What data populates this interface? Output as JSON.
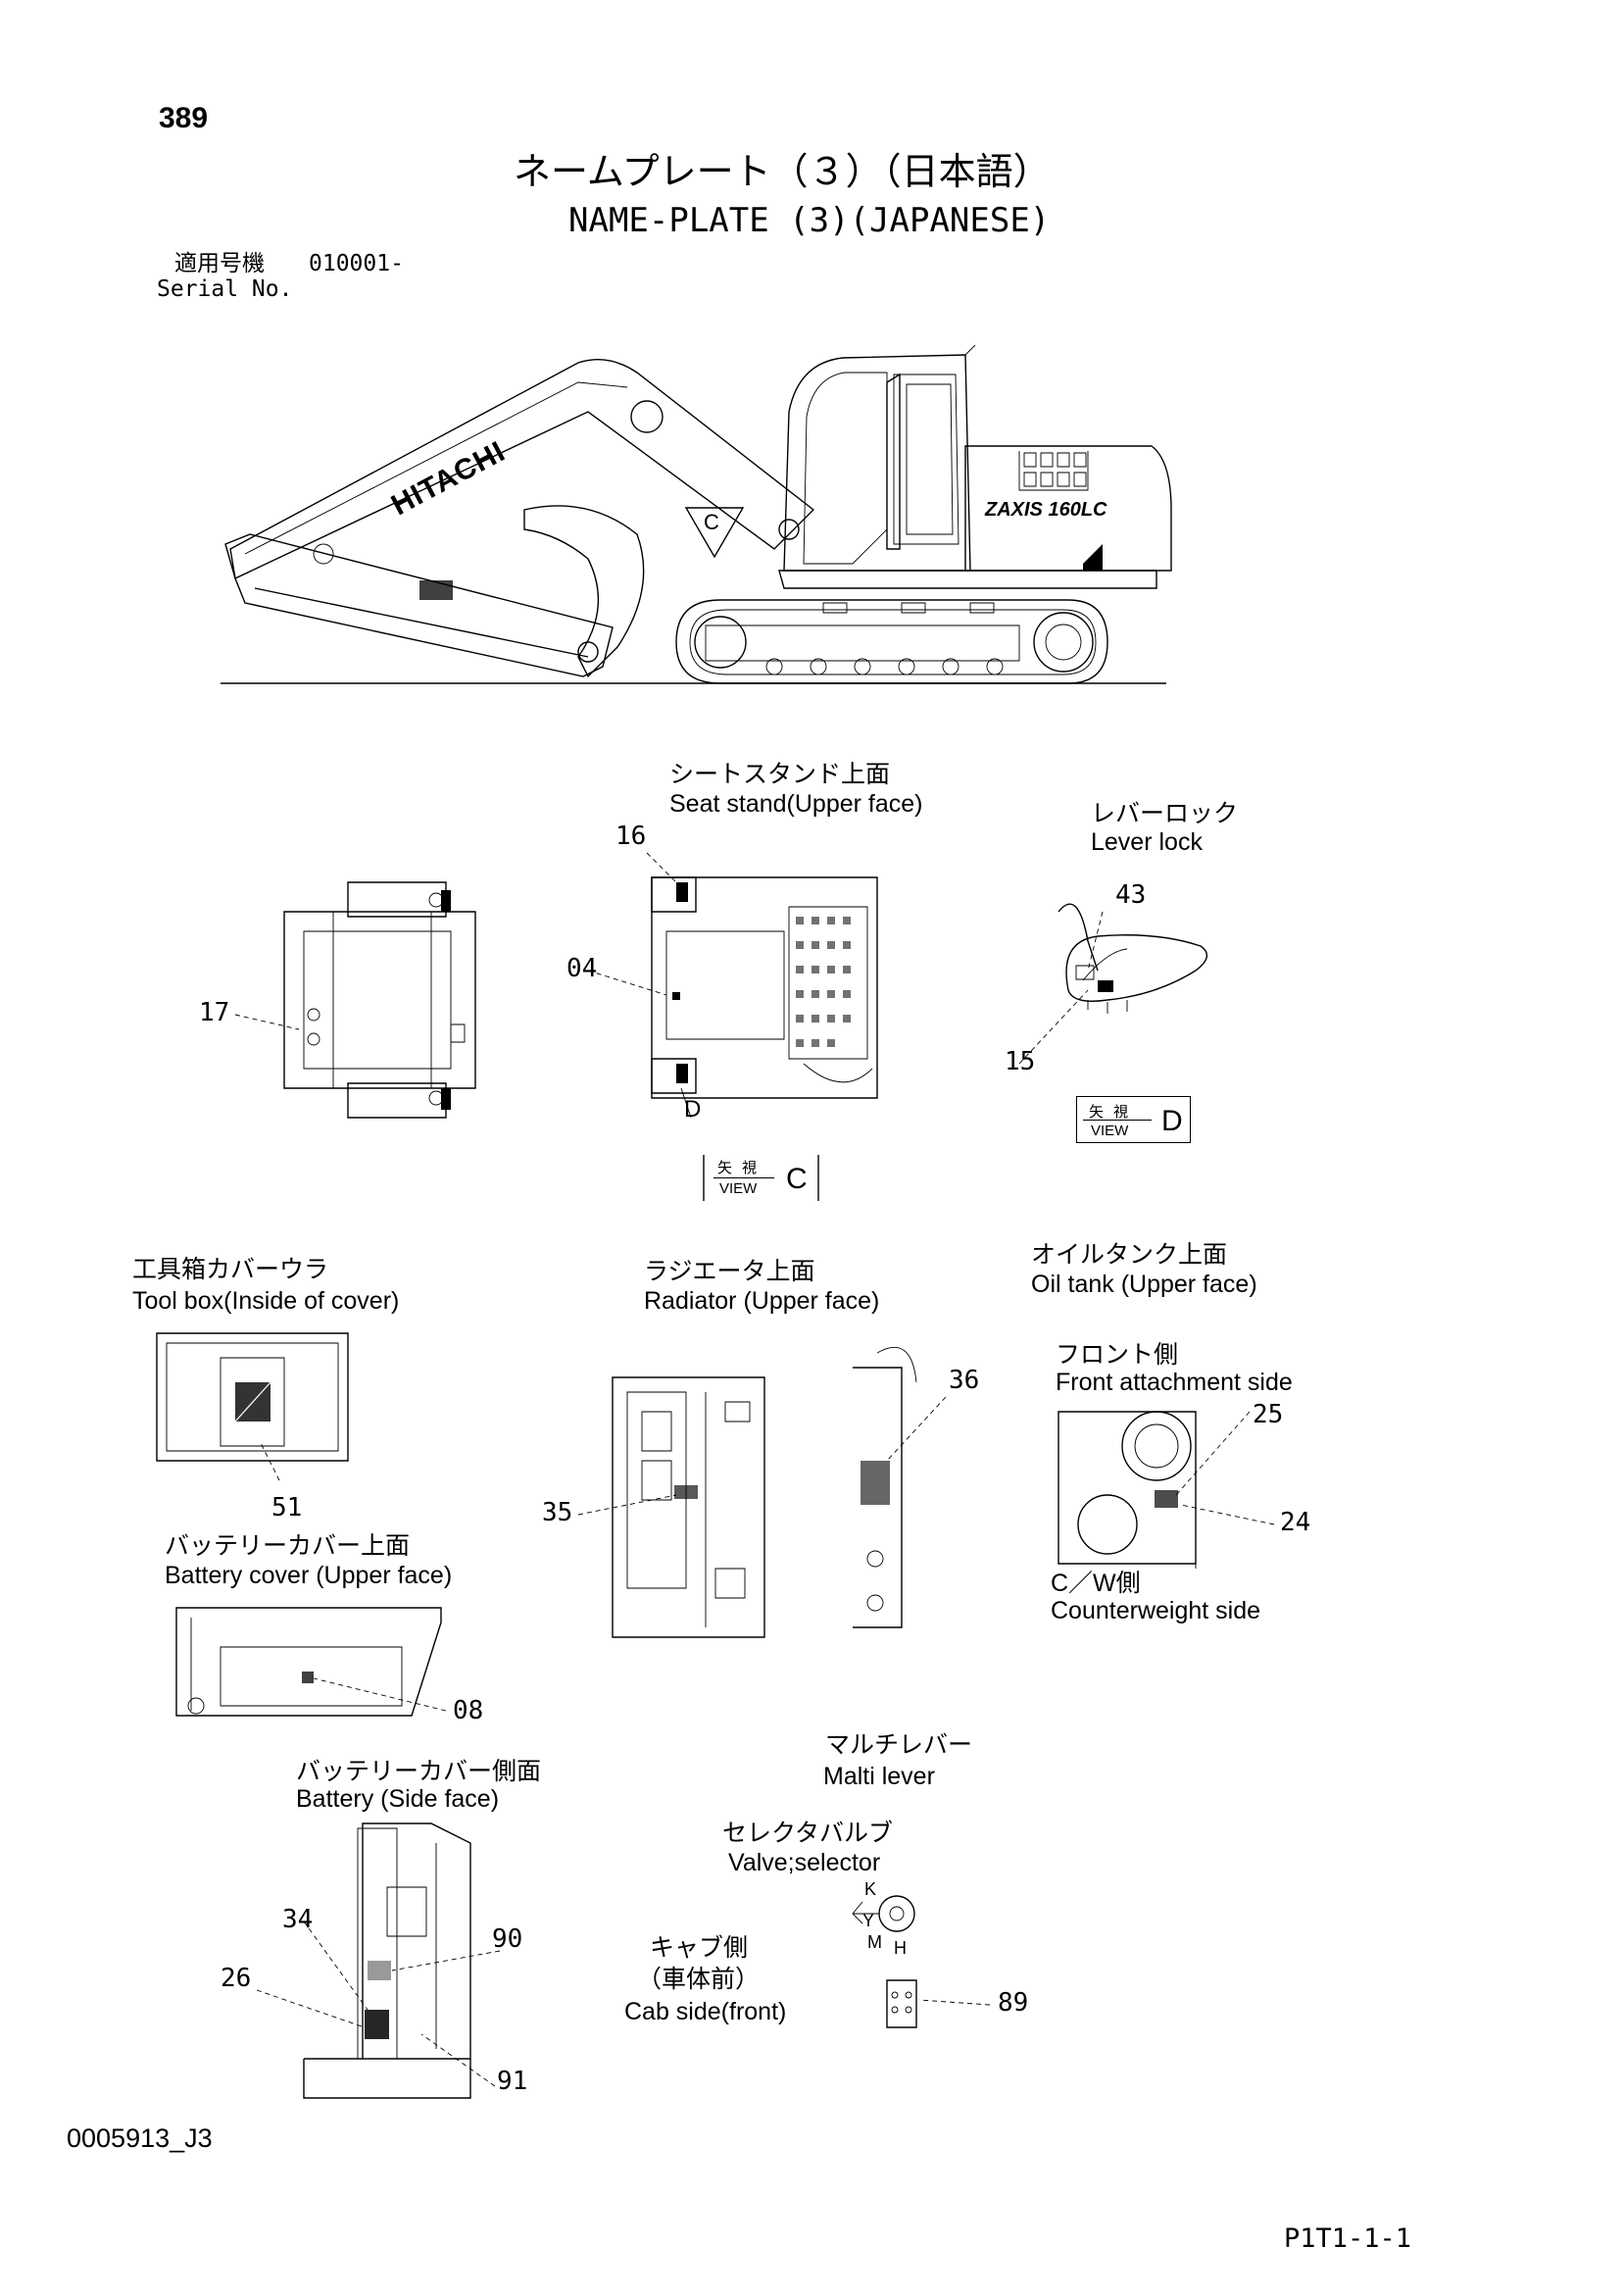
{
  "header": {
    "page_number": "389",
    "title_jp": "ネームプレート（３）（日本語）",
    "title_en": "NAME-PLATE (3)(JAPANESE)",
    "serial_label_jp": "適用号機",
    "serial_value": "010001-",
    "serial_label_en": "Serial No."
  },
  "machine": {
    "brand_text": "HITACHI",
    "model_text": "ZAXIS 160LC",
    "view_marker": "C"
  },
  "sections": {
    "seat_stand": {
      "jp": "シートスタンド上面",
      "en": "Seat stand(Upper face)"
    },
    "lever_lock": {
      "jp": "レバーロック",
      "en": "Lever lock"
    },
    "tool_box": {
      "jp": "工具箱カバーウラ",
      "en": "Tool box(Inside of cover)"
    },
    "radiator": {
      "jp": "ラジエータ上面",
      "en": "Radiator (Upper face)"
    },
    "oil_tank": {
      "jp": "オイルタンク上面",
      "en": "Oil tank (Upper face)"
    },
    "front_side": {
      "jp": "フロント側",
      "en": "Front attachment side"
    },
    "cw_side": {
      "jp": "C／W側",
      "en": "Counterweight side"
    },
    "battery_cover_upper": {
      "jp": "バッテリーカバー上面",
      "en": "Battery cover (Upper face)"
    },
    "multi_lever": {
      "jp": "マルチレバー",
      "en": "Malti lever"
    },
    "valve_selector": {
      "jp": "セレクタバルブ",
      "en": "Valve;selector"
    },
    "battery_side": {
      "jp": "バッテリーカバー側面",
      "en": "Battery (Side face)"
    },
    "cab_side": {
      "jp1": "キャブ側",
      "jp2": "（車体前）",
      "en": "Cab side(front)"
    }
  },
  "views": {
    "view_c": {
      "kanji": "矢視",
      "en": "VIEW",
      "letter": "C"
    },
    "view_d": {
      "kanji": "矢視",
      "en": "VIEW",
      "letter": "D"
    },
    "d_marker": "D"
  },
  "valve_letters": {
    "k": "K",
    "y": "Y",
    "m": "M",
    "h": "H"
  },
  "callouts": {
    "c16": "16",
    "c17": "17",
    "c04": "04",
    "c43": "43",
    "c15": "15",
    "c36": "36",
    "c25": "25",
    "c24": "24",
    "c35": "35",
    "c51": "51",
    "c08": "08",
    "c34": "34",
    "c26": "26",
    "c90": "90",
    "c91": "91",
    "c89": "89"
  },
  "footer": {
    "doc_code": "0005913_J3",
    "page_ref": "P1T1-1-1"
  }
}
